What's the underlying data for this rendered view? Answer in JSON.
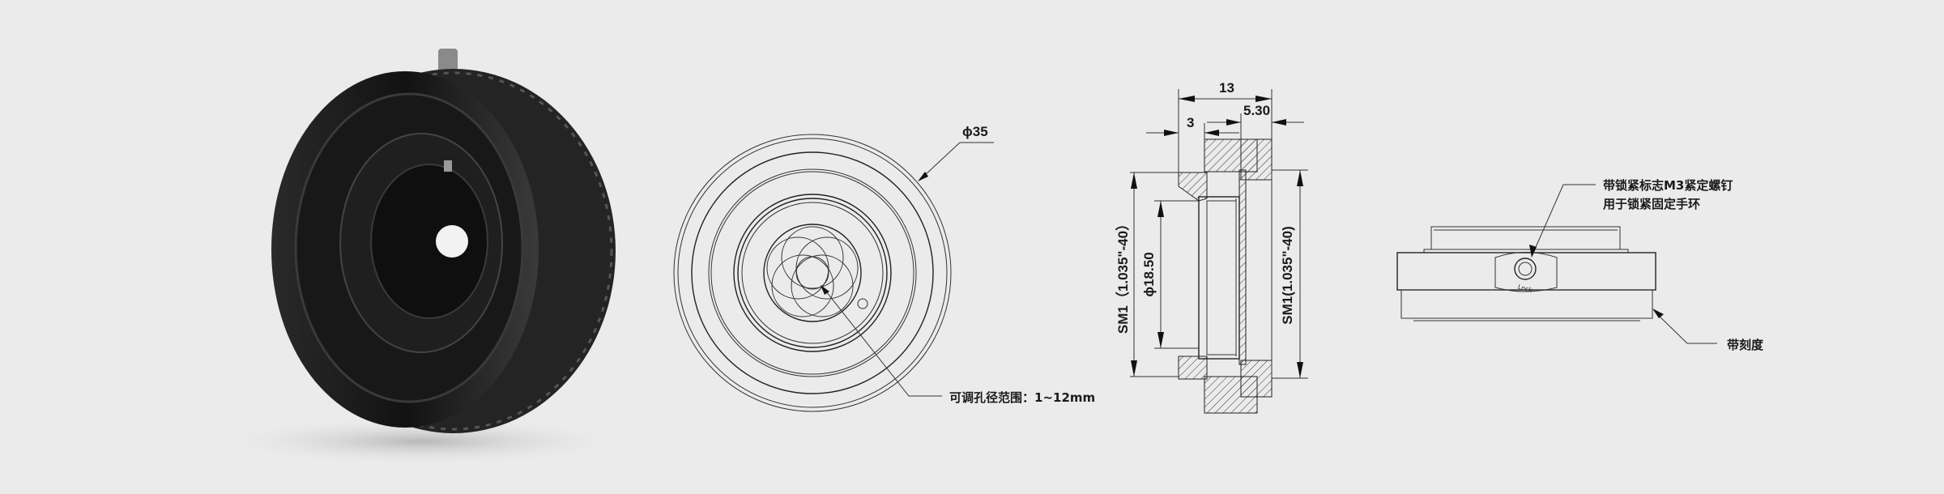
{
  "front_view": {
    "diameter_label": "ϕ35",
    "aperture_label": "可调孔径范围：1~12mm"
  },
  "section_view": {
    "width_label": "13",
    "offset_left_label": "3",
    "offset_right_label": "5.30",
    "thread_left_label": "SM1（1.035\"-40）",
    "bore_label": "ϕ18.50",
    "thread_right_label": "SM1(1.035\"-40)"
  },
  "side_view": {
    "screw_label_line1": "带锁紧标志M3紧定螺钉",
    "screw_label_line2": "用于锁紧固定手环",
    "lock_mark": "Lock",
    "scale_label": "带刻度"
  },
  "colors": {
    "background": "#ebebeb",
    "body": "#1c1c1c",
    "line": "#222222"
  }
}
